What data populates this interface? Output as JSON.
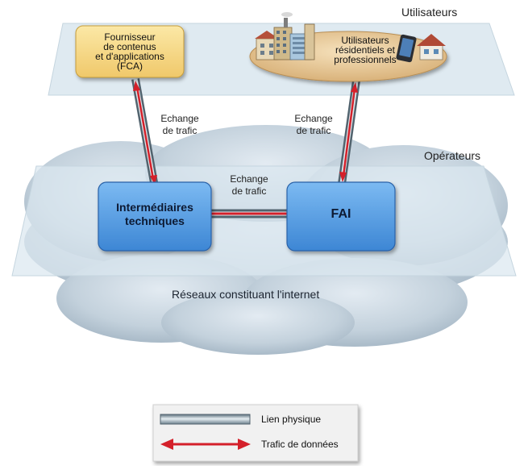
{
  "planes": {
    "top_label": "Utilisateurs",
    "middle_label": "Opérateurs"
  },
  "boxes": {
    "fca": "Fournisseur\nde contenus\net d'applications\n(FCA)",
    "users": "Utilisateurs\nrésidentiels et\nprofessionnels",
    "intermediaires": "Intermédiaires\ntechniques",
    "fai": "FAI"
  },
  "exchanges": {
    "left": "Echange\nde trafic",
    "right": "Echange\nde trafic",
    "middle": "Echange\nde trafic"
  },
  "cloud_label": "Réseaux constituant l'internet",
  "legend": {
    "physical_link": "Lien physique",
    "data_traffic": "Trafic de données"
  },
  "colors": {
    "plane_fill": "#dbe8f0",
    "fca_fill": "#f6dc8a",
    "users_fill": "#eccf9d",
    "node_fill": "#5ba3e6",
    "arrow_red": "#d4202a",
    "link_gray": "#8fa6b3"
  }
}
